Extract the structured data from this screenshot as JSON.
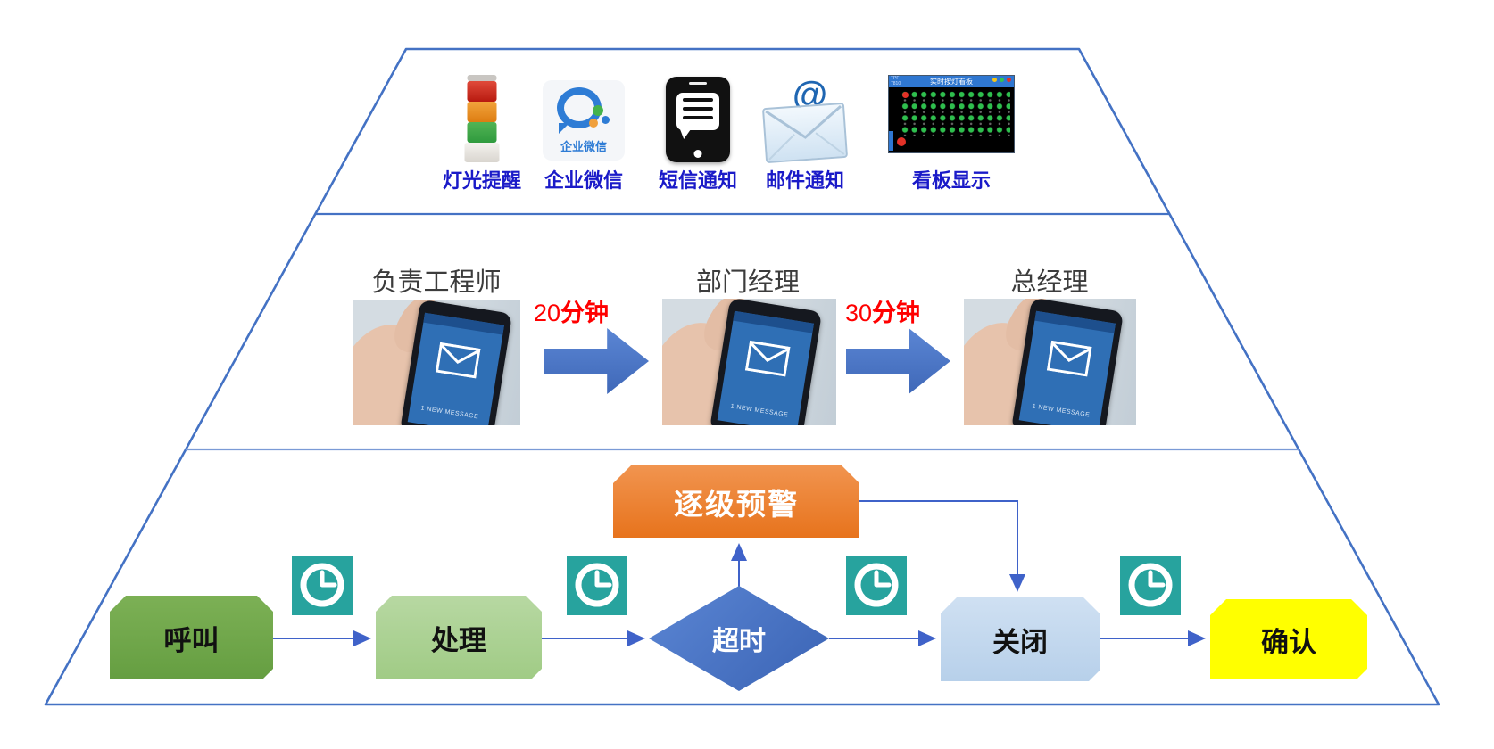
{
  "diagram": {
    "channels": [
      {
        "label": "灯光提醒",
        "icon": "tower-light"
      },
      {
        "label": "企业微信",
        "icon": "wechat-work",
        "badge": "企业微信"
      },
      {
        "label": "短信通知",
        "icon": "sms-phone"
      },
      {
        "label": "邮件通知",
        "icon": "email-at",
        "at_glyph": "@"
      },
      {
        "label": "看板显示",
        "icon": "andon-board",
        "board_title": "实时按灯看板"
      }
    ],
    "escalation": {
      "roles": [
        {
          "name": "负责工程师"
        },
        {
          "name": "部门经理"
        },
        {
          "name": "总经理"
        }
      ],
      "intervals": [
        {
          "value": "20",
          "unit": "分钟"
        },
        {
          "value": "30",
          "unit": "分钟"
        }
      ],
      "phone_message": "1 NEW MESSAGE"
    },
    "flow": {
      "alert_label": "逐级预警",
      "steps": [
        {
          "label": "呼叫"
        },
        {
          "label": "处理"
        },
        {
          "label": "超时"
        },
        {
          "label": "关闭"
        },
        {
          "label": "确认"
        }
      ]
    },
    "colors": {
      "outline_blue": "#4472c4",
      "step_call_green": "#6fa84c",
      "step_process_green": "#a9d18e",
      "decision_blue": "#4472c4",
      "step_close_blue": "#bdd7ee",
      "step_confirm_yellow": "#ffff00",
      "alert_orange": "#ed7d31",
      "timer_teal": "#27a39e",
      "interval_red": "#ff0000",
      "channel_label_blue": "#1a1ac8"
    }
  }
}
